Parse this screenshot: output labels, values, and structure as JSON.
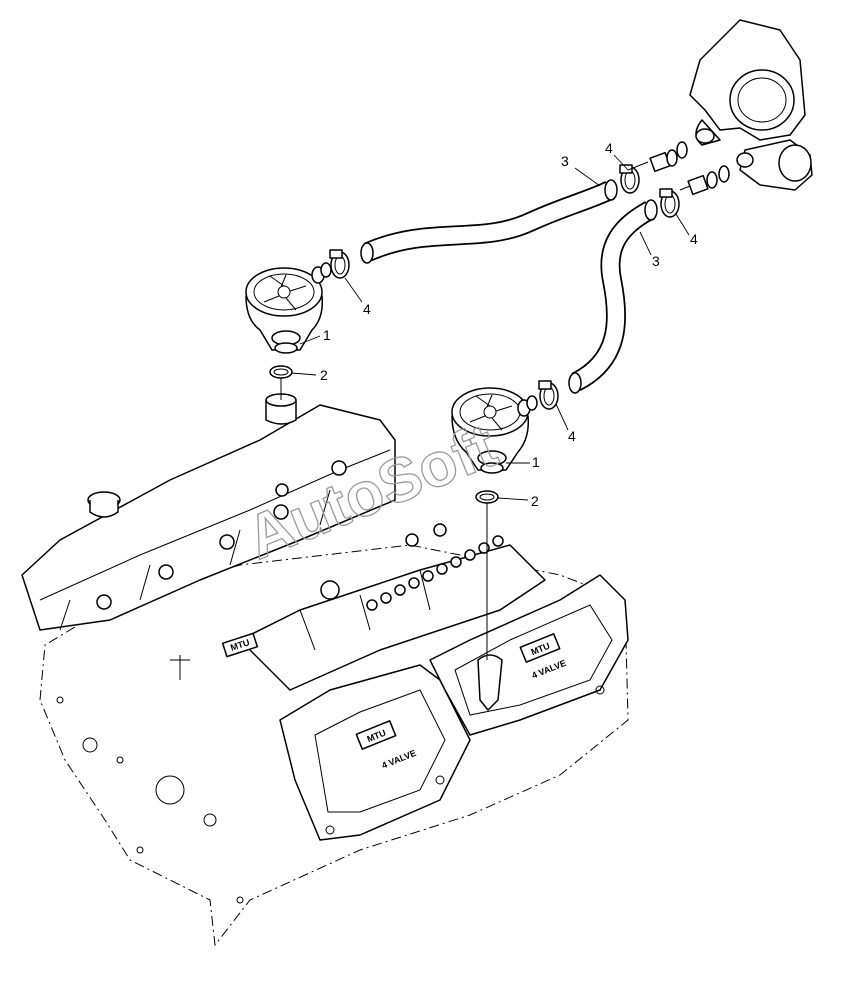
{
  "callouts": [
    "1",
    "2",
    "3",
    "4",
    "1",
    "2",
    "3",
    "4",
    "4",
    "4"
  ],
  "engine": {
    "brand_badges": [
      "MTU",
      "MTU",
      "MTU"
    ],
    "valve_text": [
      "4 VALVE",
      "4 VALVE"
    ]
  },
  "watermark": "AutoSoft"
}
